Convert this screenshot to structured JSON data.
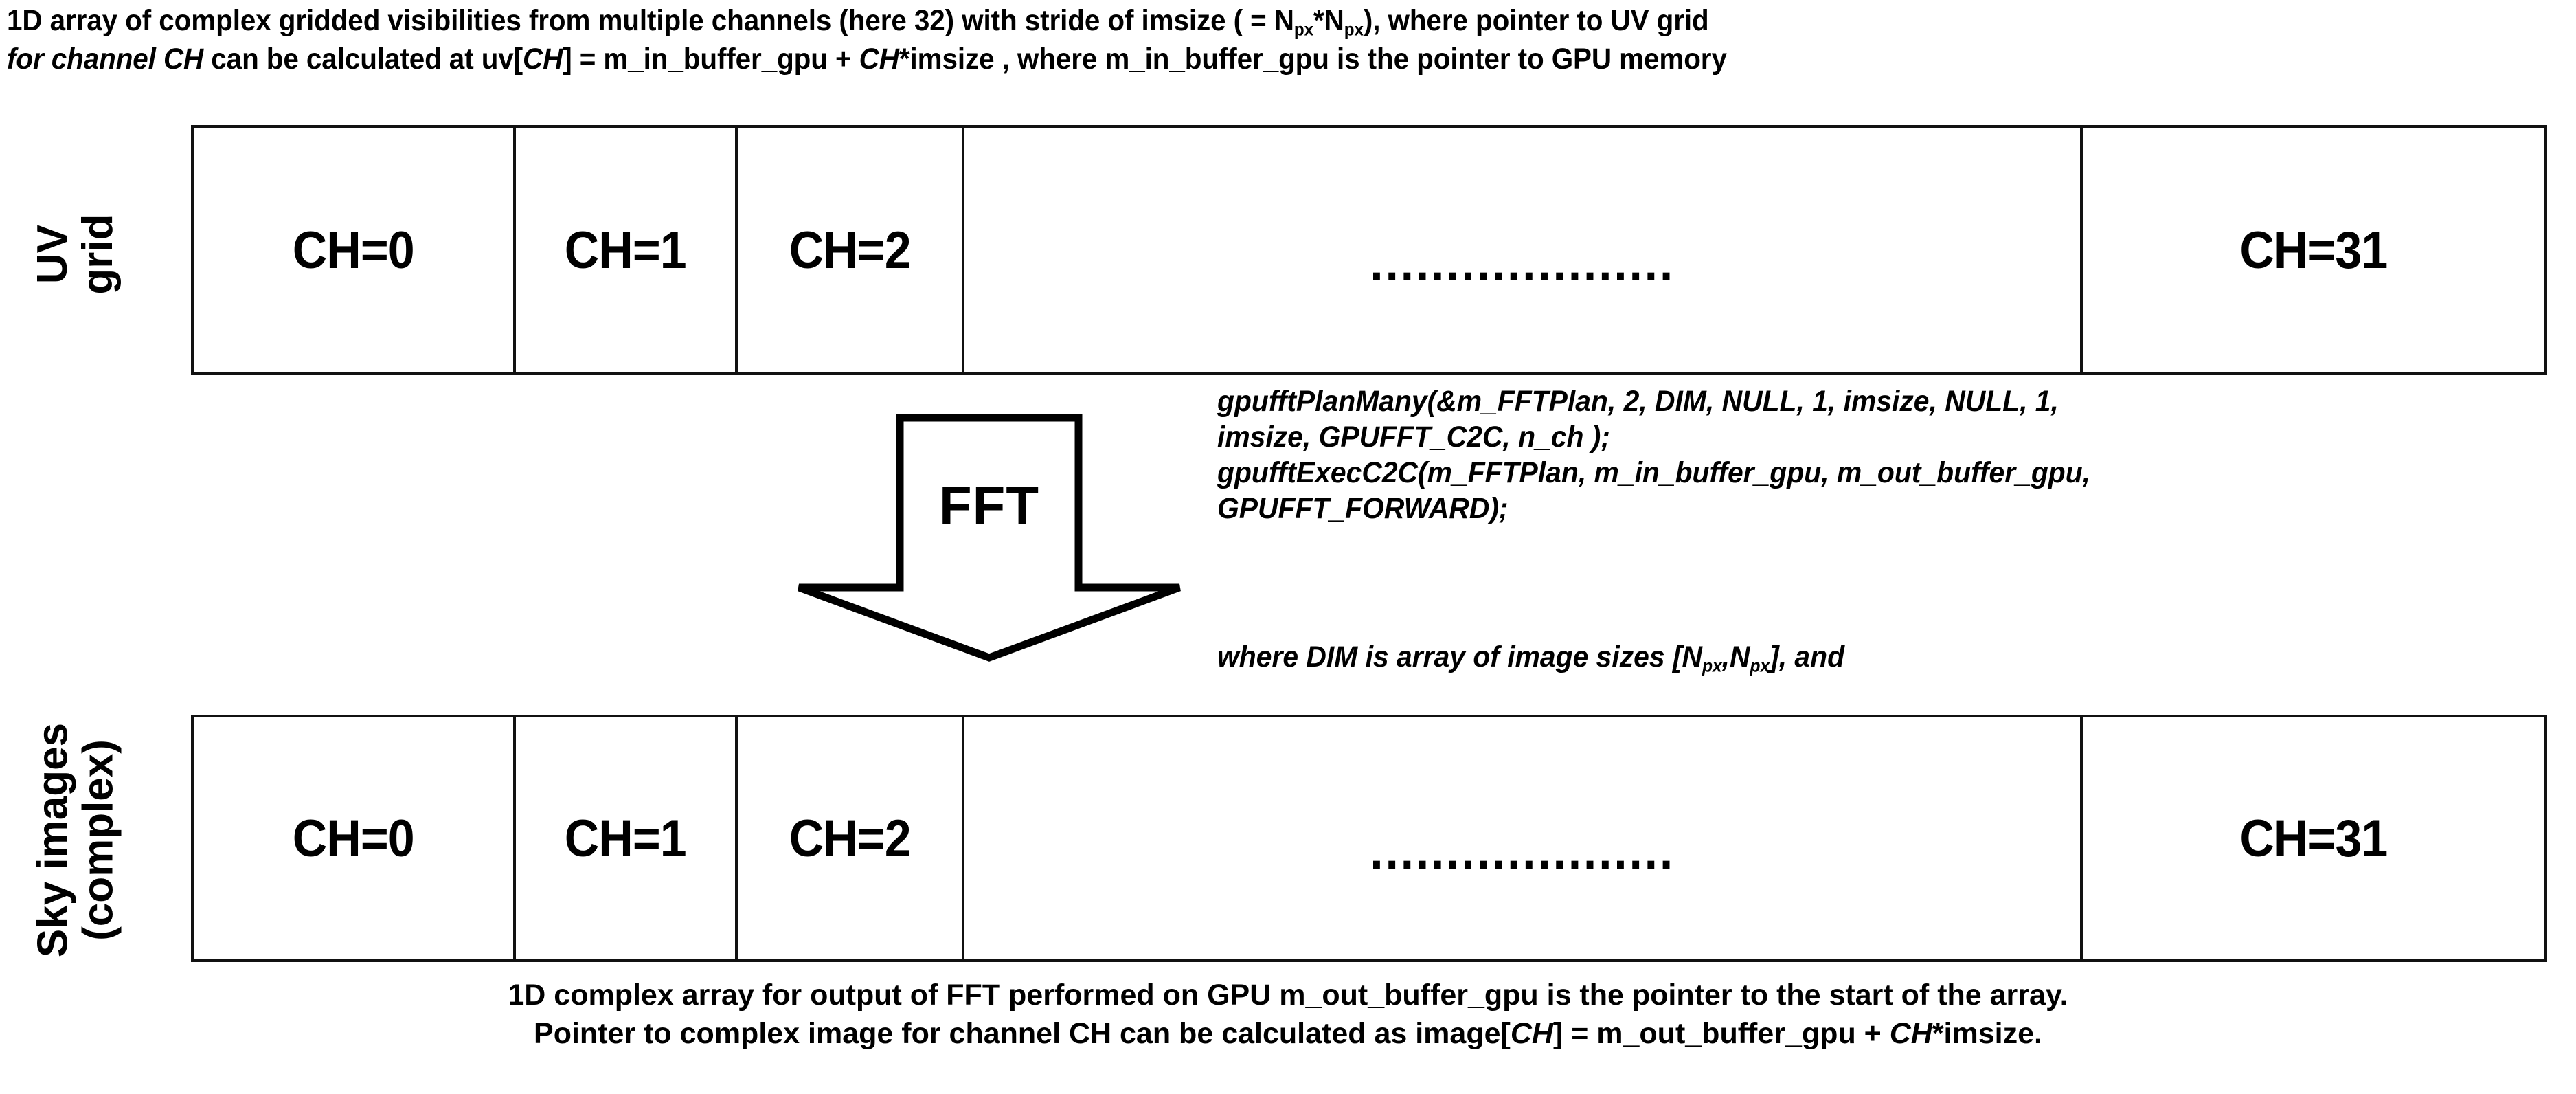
{
  "top_caption": {
    "line1_a": "1D array of complex gridded visibilities from multiple channels (here 32) with stride of imsize ( = N",
    "line1_sub1": "px",
    "line1_b": "*N",
    "line1_sub2": "px",
    "line1_c": "), where pointer to UV grid",
    "line2_a": "for channel CH",
    "line2_b": " can be calculated at uv[",
    "line2_c": "CH",
    "line2_d": "] = m_in_buffer_gpu + ",
    "line2_e": "CH",
    "line2_f": "*imsize , where m_in_buffer_gpu is the pointer to GPU memory"
  },
  "uv_grid_label": {
    "line1": "UV",
    "line2": "grid"
  },
  "sky_images_label": {
    "line1": "Sky images",
    "line2": "(complex)"
  },
  "strip_uv": {
    "cells": [
      {
        "label": "CH=0",
        "kind": "channel"
      },
      {
        "label": "CH=1",
        "kind": "channel"
      },
      {
        "label": "CH=2",
        "kind": "channel"
      },
      {
        "label": "....................",
        "kind": "dots"
      },
      {
        "label": "CH=31",
        "kind": "channel"
      }
    ]
  },
  "strip_sky": {
    "cells": [
      {
        "label": "CH=0",
        "kind": "channel"
      },
      {
        "label": "CH=1",
        "kind": "channel"
      },
      {
        "label": "CH=2",
        "kind": "channel"
      },
      {
        "label": "....................",
        "kind": "dots"
      },
      {
        "label": "CH=31",
        "kind": "channel"
      }
    ]
  },
  "fft": {
    "label": "FFT"
  },
  "code": {
    "line1": "gpufftPlanMany(&m_FFTPlan, 2, DIM, NULL, 1, imsize, NULL, 1,",
    "line2": "imsize, GPUFFT_C2C, n_ch );",
    "line3": "gpufftExecC2C(m_FFTPlan, m_in_buffer_gpu, m_out_buffer_gpu,",
    "line4": "GPUFFT_FORWARD);",
    "note_a": "where DIM is array of image sizes [N",
    "note_sub1": "px",
    "note_b": ",N",
    "note_sub2": "px",
    "note_c": "], and"
  },
  "bottom_caption": {
    "line1": "1D complex array for output of FFT performed on GPU m_out_buffer_gpu is the pointer to the start of the array.",
    "line2_a": "Pointer to complex image for channel CH can be calculated as image[",
    "line2_b": "CH",
    "line2_c": "] = m_out_buffer_gpu + ",
    "line2_d": "CH",
    "line2_e": "*imsize."
  },
  "colors": {
    "ink": "#000000",
    "background": "#ffffff",
    "border": "#111111"
  }
}
